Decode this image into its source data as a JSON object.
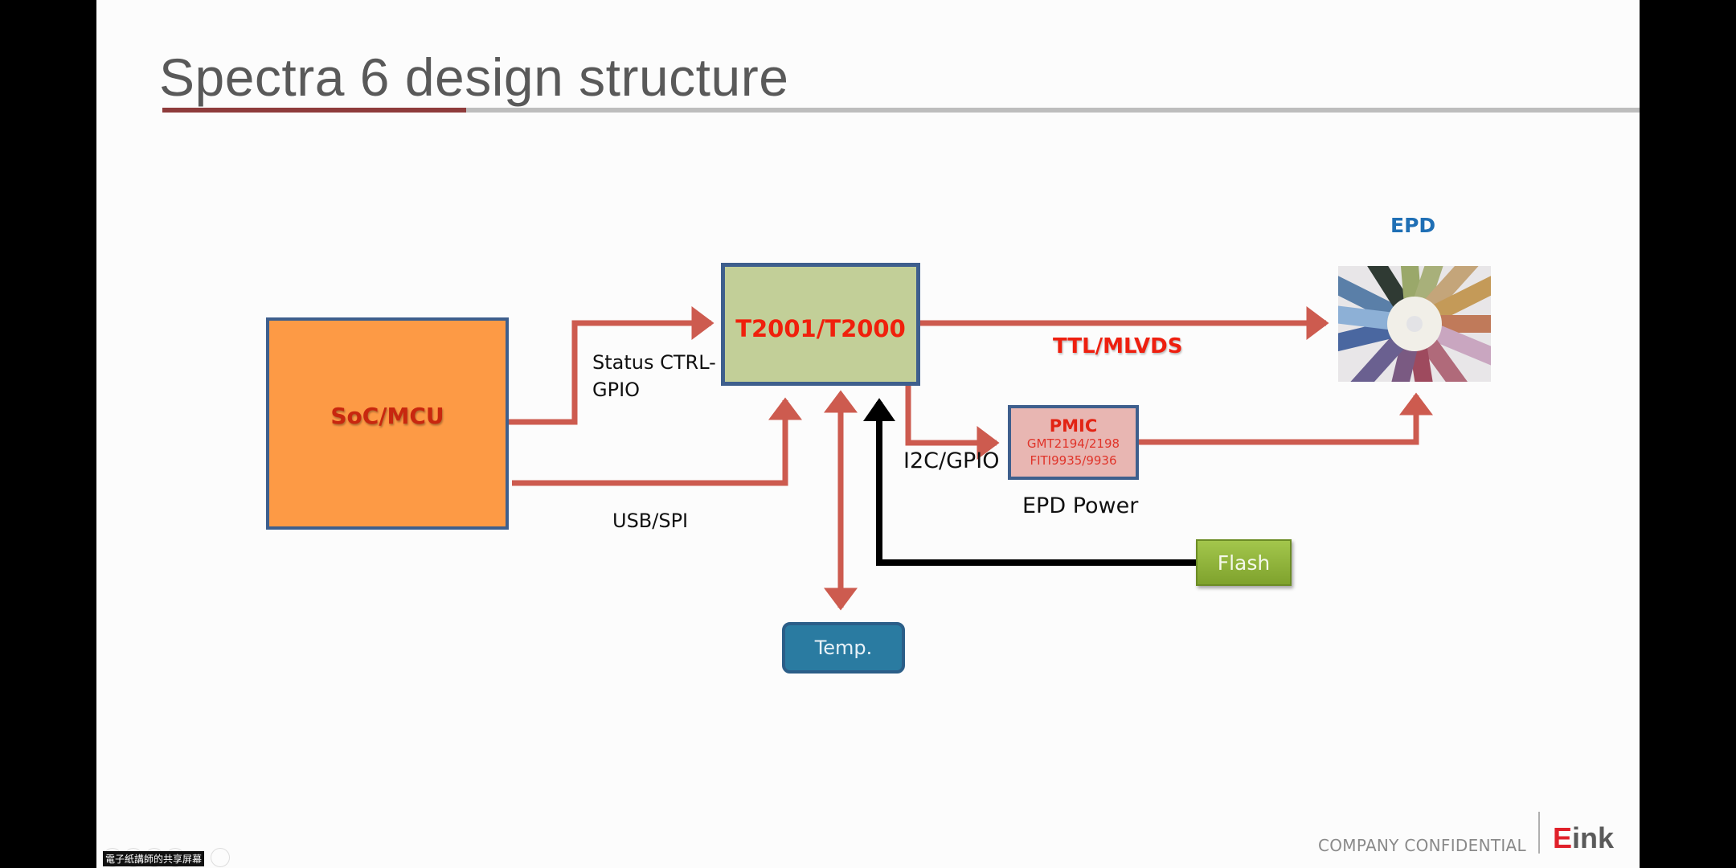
{
  "slide": {
    "title": "Spectra 6 design structure",
    "footer_text": "COMPANY CONFIDENTIAL",
    "logo_prefix": "E",
    "logo_suffix": "ink",
    "share_tag": "電子紙講師的共享屏幕"
  },
  "nodes": {
    "soc": "SoC/MCU",
    "tcon": "T2001/T2000",
    "pmic_title": "PMIC",
    "pmic_line1": "GMT2194/2198",
    "pmic_line2": "FITI9935/9936",
    "flash": "Flash",
    "temp": "Temp.",
    "epd": "EPD"
  },
  "edges": {
    "status_ctrl_line1": "Status CTRL-",
    "status_ctrl_line2": "GPIO",
    "usb_spi": "USB/SPI",
    "i2c_gpio": "I2C/GPIO",
    "ttl_mlvds": "TTL/MLVDS",
    "epd_power": "EPD Power"
  },
  "colors": {
    "arrow": "#cd5b4f",
    "flash_link": "#000000",
    "soc_fill": "#fd9a45",
    "tcon_fill": "#c2cf98",
    "pmic_fill": "#e8b6b2",
    "temp_fill": "#2a7ba1",
    "flash_fill": "#8db33a",
    "box_border": "#3e5f8d"
  }
}
